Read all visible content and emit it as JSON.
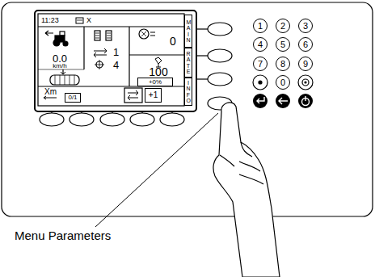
{
  "diagram": {
    "nodes": [
      {
        "text": [
          "MAIN"
        ]
      },
      {
        "text": [
          "RATE"
        ]
      },
      {
        "text": [
          "INFO"
        ]
      },
      {
        "text": [
          "+0%"
        ]
      },
      {
        "text": [
          "0/1"
        ]
      },
      {
        "text": [
          "+1"
        ]
      },
      {
        "text": [
          "1"
        ]
      },
      {
        "text": [
          "2"
        ]
      },
      {
        "text": [
          "3"
        ]
      },
      {
        "text": [
          "4"
        ]
      },
      {
        "text": [
          "5"
        ]
      },
      {
        "text": [
          "6"
        ]
      },
      {
        "text": [
          "7"
        ]
      },
      {
        "text": [
          "8"
        ]
      },
      {
        "text": [
          "9"
        ]
      },
      {
        "text": [
          "0"
        ]
      }
    ],
    "labels": [
      "11:23",
      "X",
      "0.0",
      "km/h",
      "1",
      "4",
      "0",
      "100",
      "Xm",
      "Menu Parameters"
    ]
  }
}
